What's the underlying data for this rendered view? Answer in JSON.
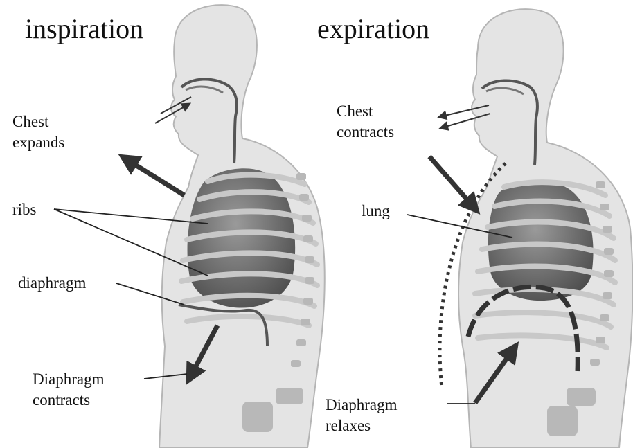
{
  "panels": {
    "inspiration": {
      "title": "inspiration",
      "labels": {
        "chest": "Chest expands",
        "ribs": "ribs",
        "diaphragm": "diaphragm",
        "diaphragm_action": "Diaphragm contracts"
      }
    },
    "expiration": {
      "title": "expiration",
      "labels": {
        "chest": "Chest contracts",
        "lung": "lung",
        "diaphragm_action": "Diaphragm relaxes"
      }
    }
  }
}
